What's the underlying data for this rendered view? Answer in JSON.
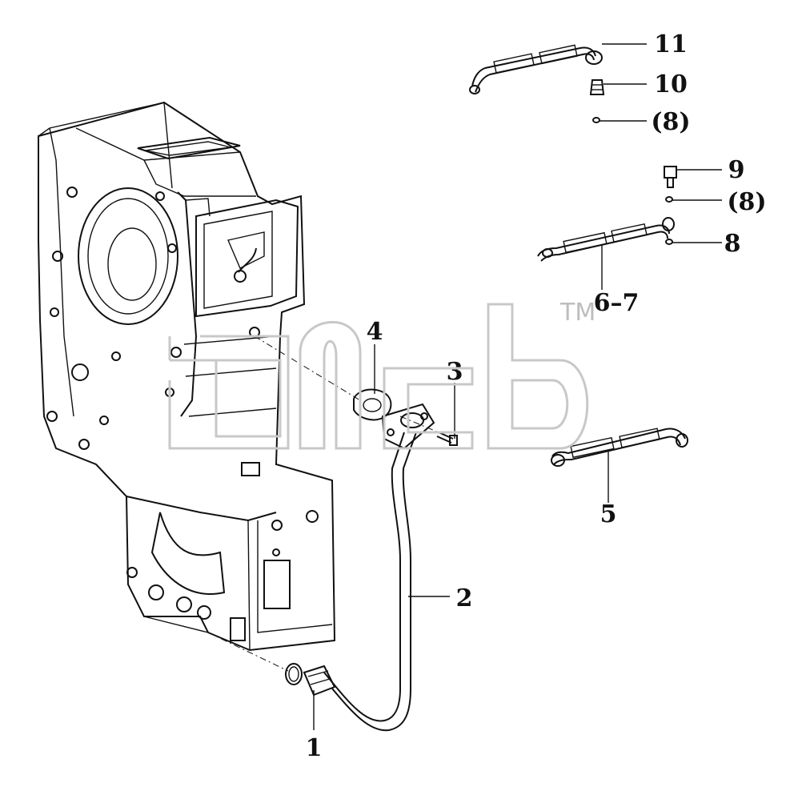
{
  "diagram": {
    "callouts": [
      {
        "id": "c1",
        "label": "1"
      },
      {
        "id": "c2",
        "label": "2"
      },
      {
        "id": "c3",
        "label": "3"
      },
      {
        "id": "c4",
        "label": "4"
      },
      {
        "id": "c5",
        "label": "5"
      },
      {
        "id": "c67",
        "label": "6–7"
      },
      {
        "id": "c8",
        "label": "8"
      },
      {
        "id": "c8b",
        "label": "(8)"
      },
      {
        "id": "c9",
        "label": "9"
      },
      {
        "id": "c10",
        "label": "10"
      },
      {
        "id": "c8c",
        "label": "(8)"
      },
      {
        "id": "c11",
        "label": "11"
      }
    ],
    "watermark": {
      "mark": "TM"
    },
    "colors": {
      "ink": "#111111",
      "watermark": "#c8c8c8",
      "background": "#ffffff"
    }
  }
}
